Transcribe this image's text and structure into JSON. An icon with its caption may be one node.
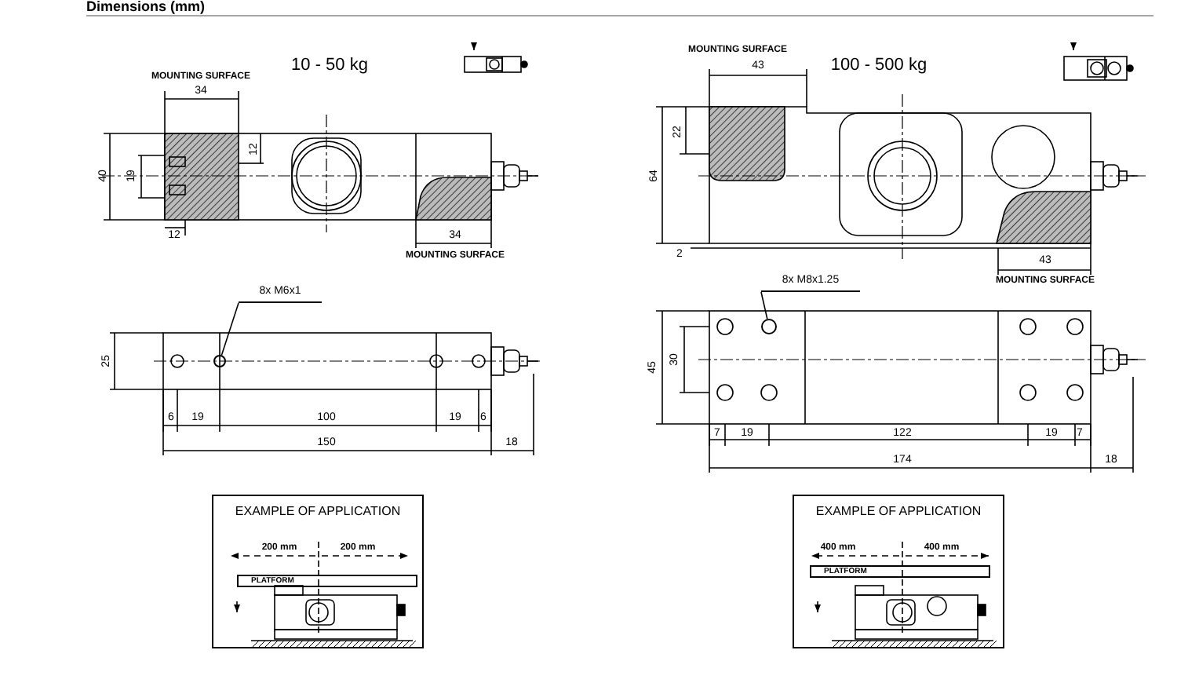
{
  "diagram": {
    "title": "Dimensions (mm)",
    "nodes": [
      {
        "text": [
          "8x M6x1"
        ]
      },
      {
        "text": [],
        "shape": "circle"
      },
      {
        "text": [
          "8x M8x1.25"
        ]
      },
      {
        "text": [],
        "shape": "circle"
      },
      {
        "text": [
          "EXAMPLE OF APPLICATION"
        ]
      },
      {
        "text": [
          "PLATFORM"
        ],
        "in": 4
      },
      {
        "text": [
          "EXAMPLE OF APPLICATION"
        ]
      },
      {
        "text": [
          "PLATFORM"
        ],
        "in": 6
      }
    ],
    "edges": [
      {
        "from": 0,
        "to": 1,
        "arrow": "none"
      },
      {
        "from": 2,
        "to": 3,
        "arrow": "none"
      }
    ],
    "labels": [
      "10 - 50 kg",
      "MOUNTING SURFACE",
      "34",
      "12",
      "40",
      "19",
      "12",
      "34",
      "MOUNTING SURFACE",
      "MOUNTING SURFACE",
      "43",
      "100 - 500 kg",
      "22",
      "64",
      "2",
      "43",
      "MOUNTING SURFACE",
      "25",
      "6",
      "19",
      "100",
      "19",
      "6",
      "150",
      "18",
      "45",
      "30",
      "7",
      "19",
      "122",
      "19",
      "7",
      "174",
      "18",
      "200 mm",
      "200 mm",
      "400 mm",
      "400 mm"
    ]
  }
}
